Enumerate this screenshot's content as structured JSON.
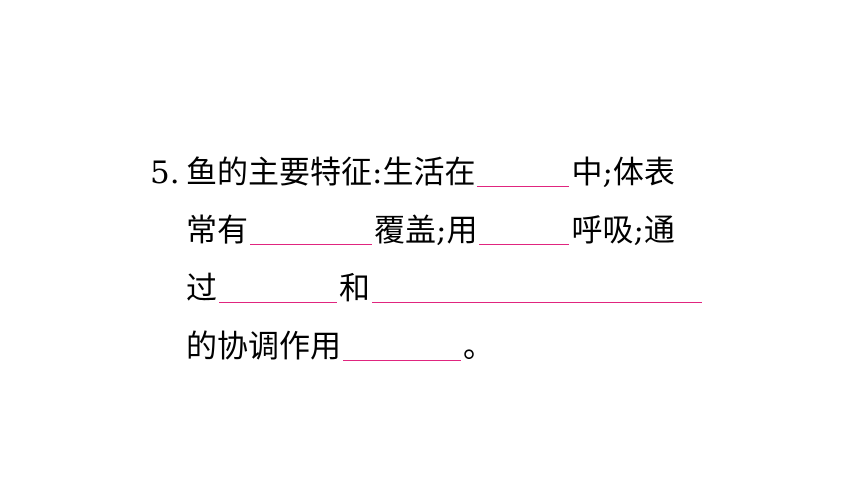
{
  "question": {
    "number": "5.",
    "line1_a": "鱼的主要特征:生活在",
    "line1_b": "中;体表",
    "line2_a": "常有",
    "line2_b": "覆盖;用",
    "line2_c": "呼吸;通",
    "line3_a": "过",
    "line3_b": "和",
    "line4_a": "的协调作用",
    "line4_b": "。"
  },
  "colors": {
    "blank_line": "#e0257f",
    "text": "#000000",
    "background": "#ffffff"
  }
}
